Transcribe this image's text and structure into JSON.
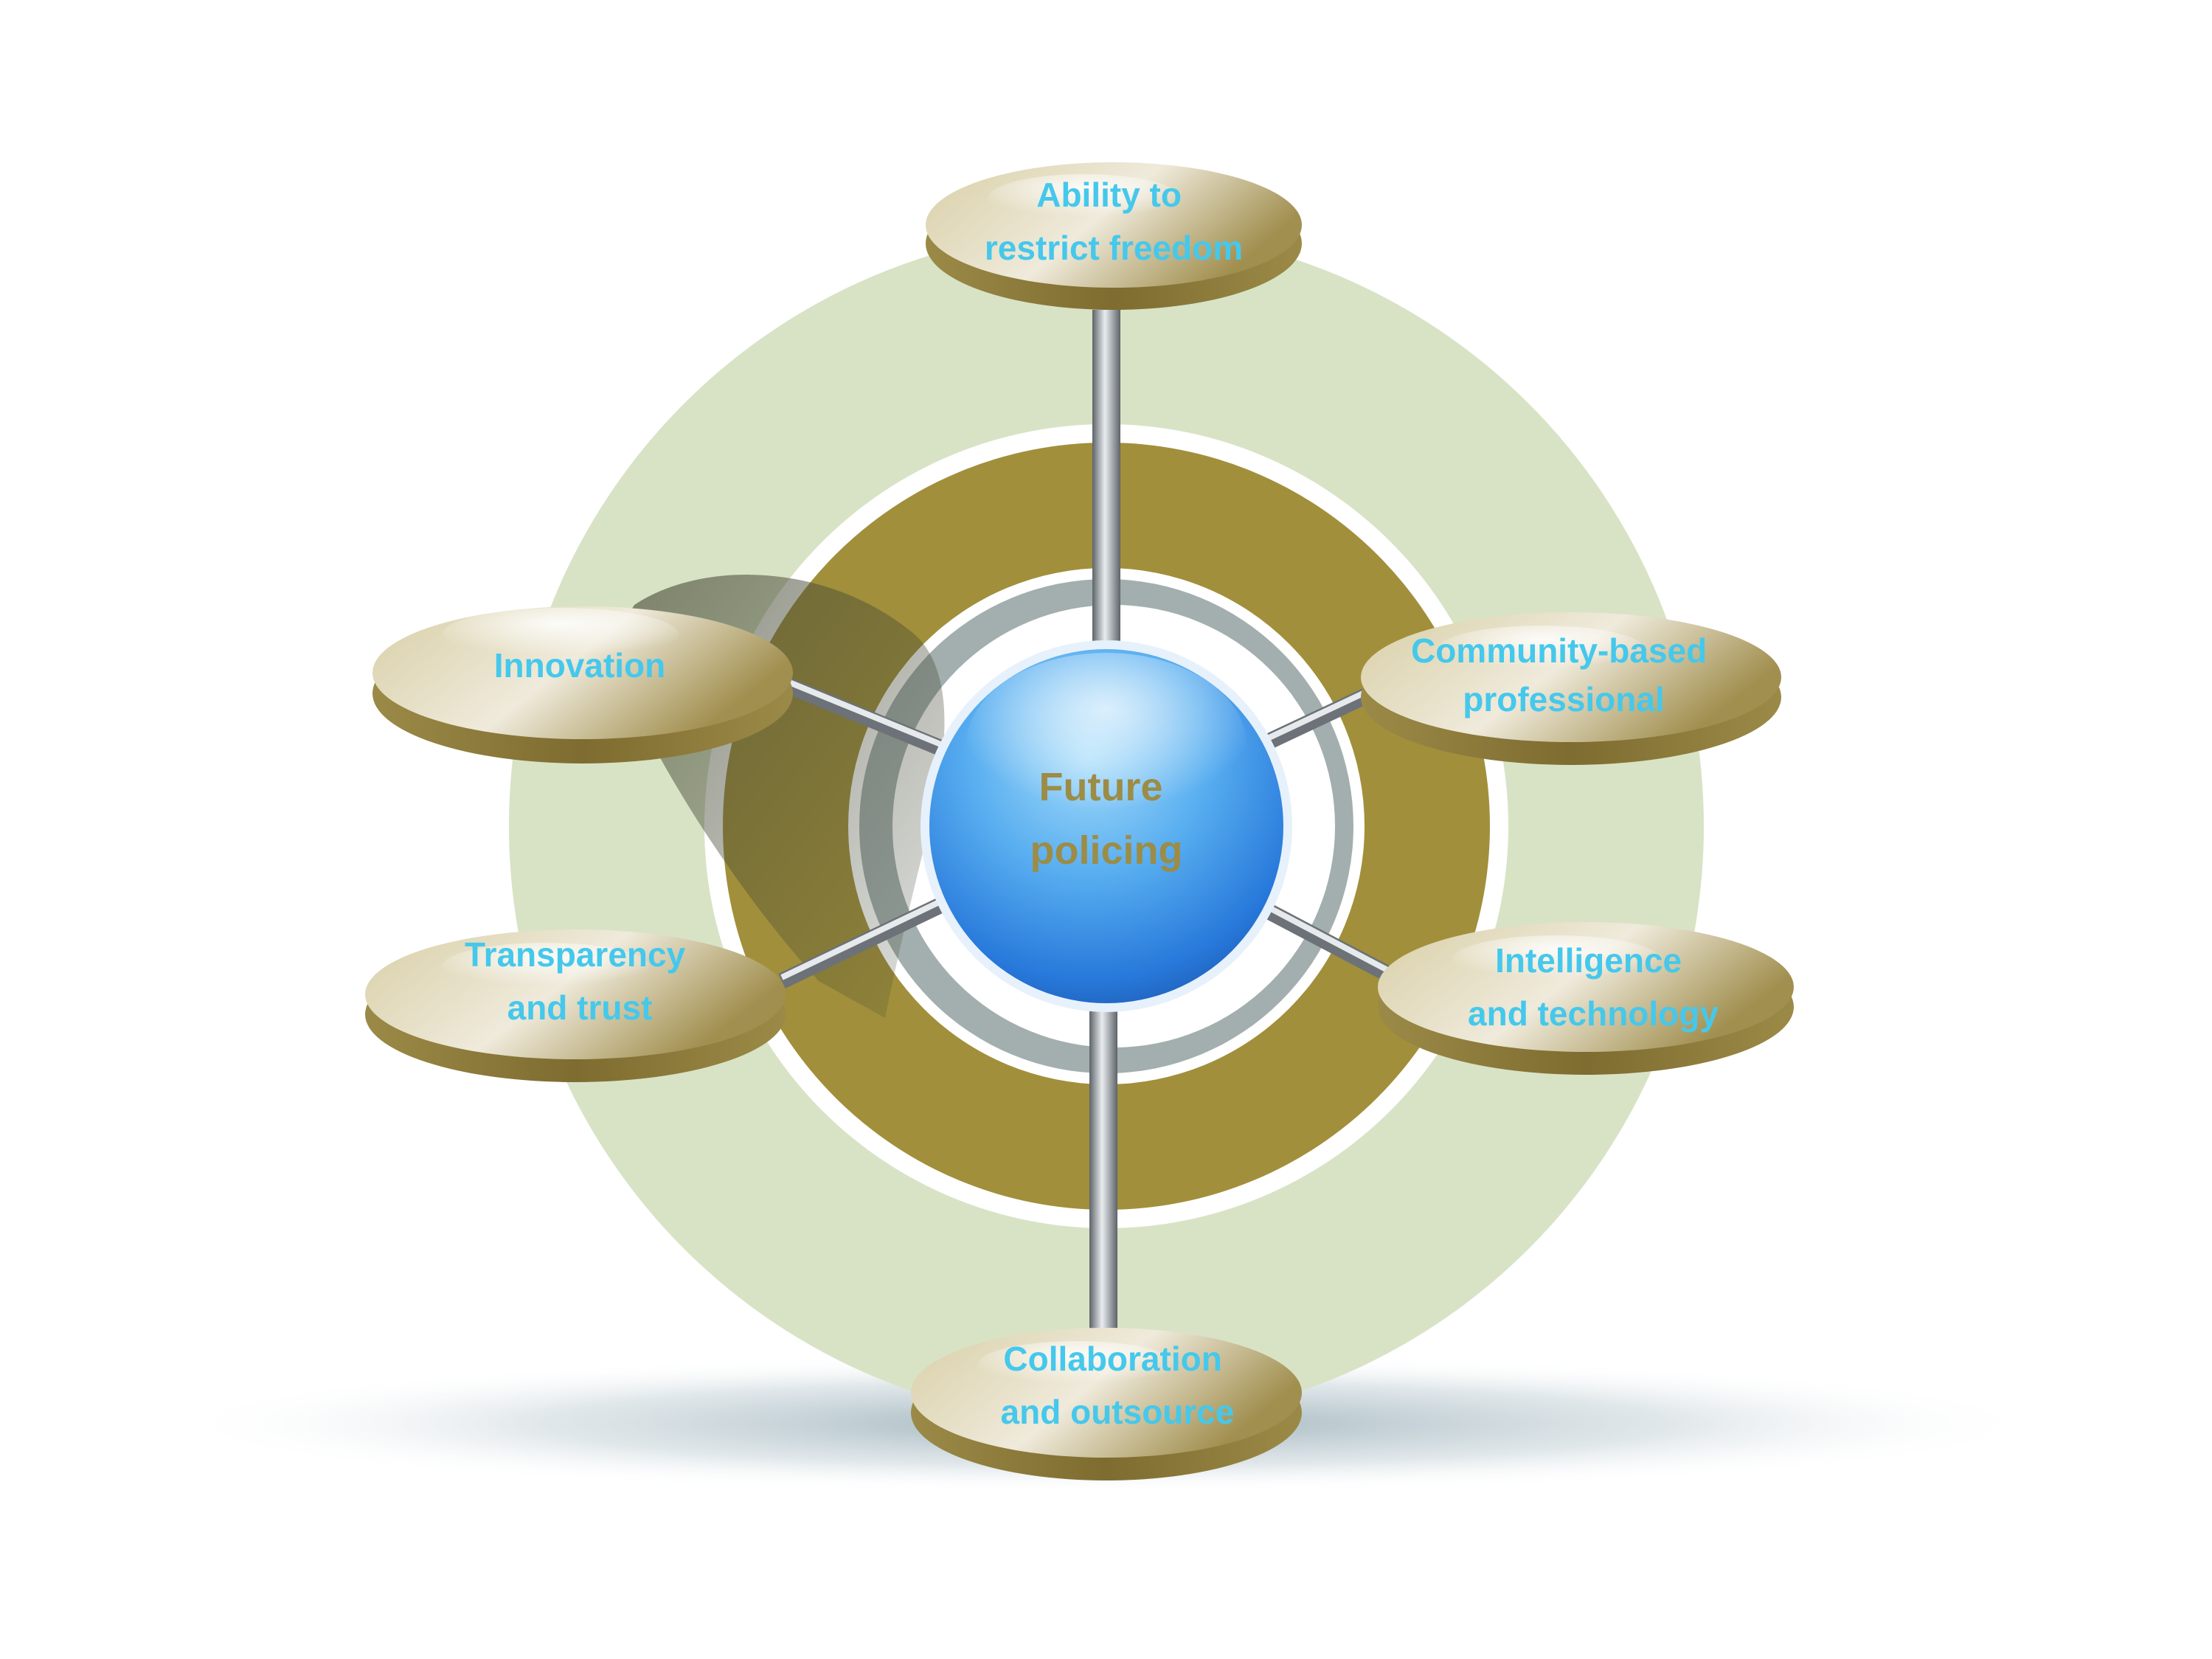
{
  "hub": {
    "lines": [
      "Future",
      "policing"
    ],
    "text_color": "#9c8c46"
  },
  "nodes": [
    {
      "id": "ability",
      "lines": [
        "Ability to",
        "restrict freedom"
      ]
    },
    {
      "id": "community",
      "lines": [
        "Community-based",
        "professional"
      ]
    },
    {
      "id": "intelligence",
      "lines": [
        "Intelligence",
        "and technology"
      ]
    },
    {
      "id": "collaboration",
      "lines": [
        "Collaboration",
        "and outsource"
      ]
    },
    {
      "id": "transparency",
      "lines": [
        "Transparency",
        "and trust"
      ]
    },
    {
      "id": "innovation",
      "lines": [
        "Innovation"
      ]
    }
  ],
  "colors": {
    "outer_ring": "#d8e3c6",
    "olive_ring": "#a18f3b",
    "inner_ring": "#a3afae",
    "node_fill": "#c9bd8e",
    "node_rim": "#8f7b3c",
    "node_text": "#45c8ec",
    "sphere": "#3a8fe6",
    "rod": "#9aa1a6"
  }
}
